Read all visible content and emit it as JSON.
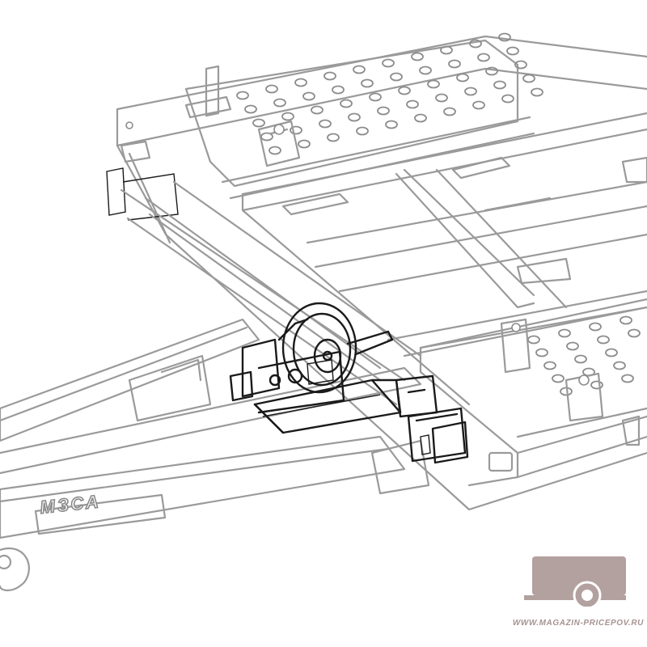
{
  "drawing": {
    "brand_label": "МЗСА",
    "parts": [
      "trailer-frame",
      "platform-deck",
      "drawbar",
      "winch",
      "hitch-coupler"
    ]
  },
  "watermark": {
    "site_url": "WWW.MAGAZIN-PRICEPOV.RU",
    "logo_icon": "trailer-icon",
    "logo_color": "#b3a19f"
  },
  "colors": {
    "line_grey": "#9a9a9a",
    "line_black": "#1a1a1a",
    "background": "#ffffff"
  }
}
